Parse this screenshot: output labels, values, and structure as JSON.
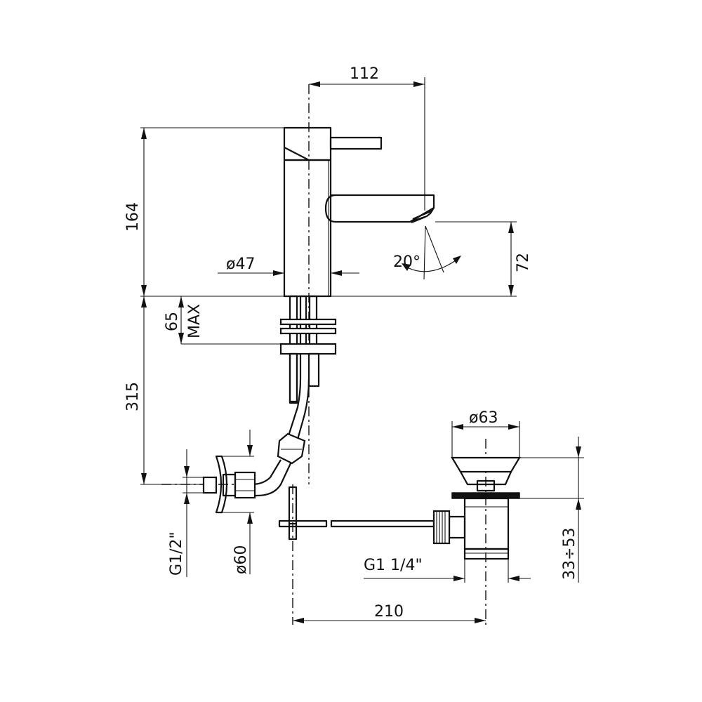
{
  "dimensions": {
    "spout_reach": "112",
    "height": "164",
    "body_diameter": "ø47",
    "spout_height": "72",
    "spray_angle": "20°",
    "deck_thickness_value": "65",
    "deck_thickness_note": "MAX",
    "hose_length": "315",
    "connection_thread": "G1/2\"",
    "rosette_diameter": "ø60",
    "waste_diameter": "ø63",
    "waste_height_range": "33÷53",
    "waste_thread": "G1  1/4\"",
    "pop_up_distance": "210"
  }
}
